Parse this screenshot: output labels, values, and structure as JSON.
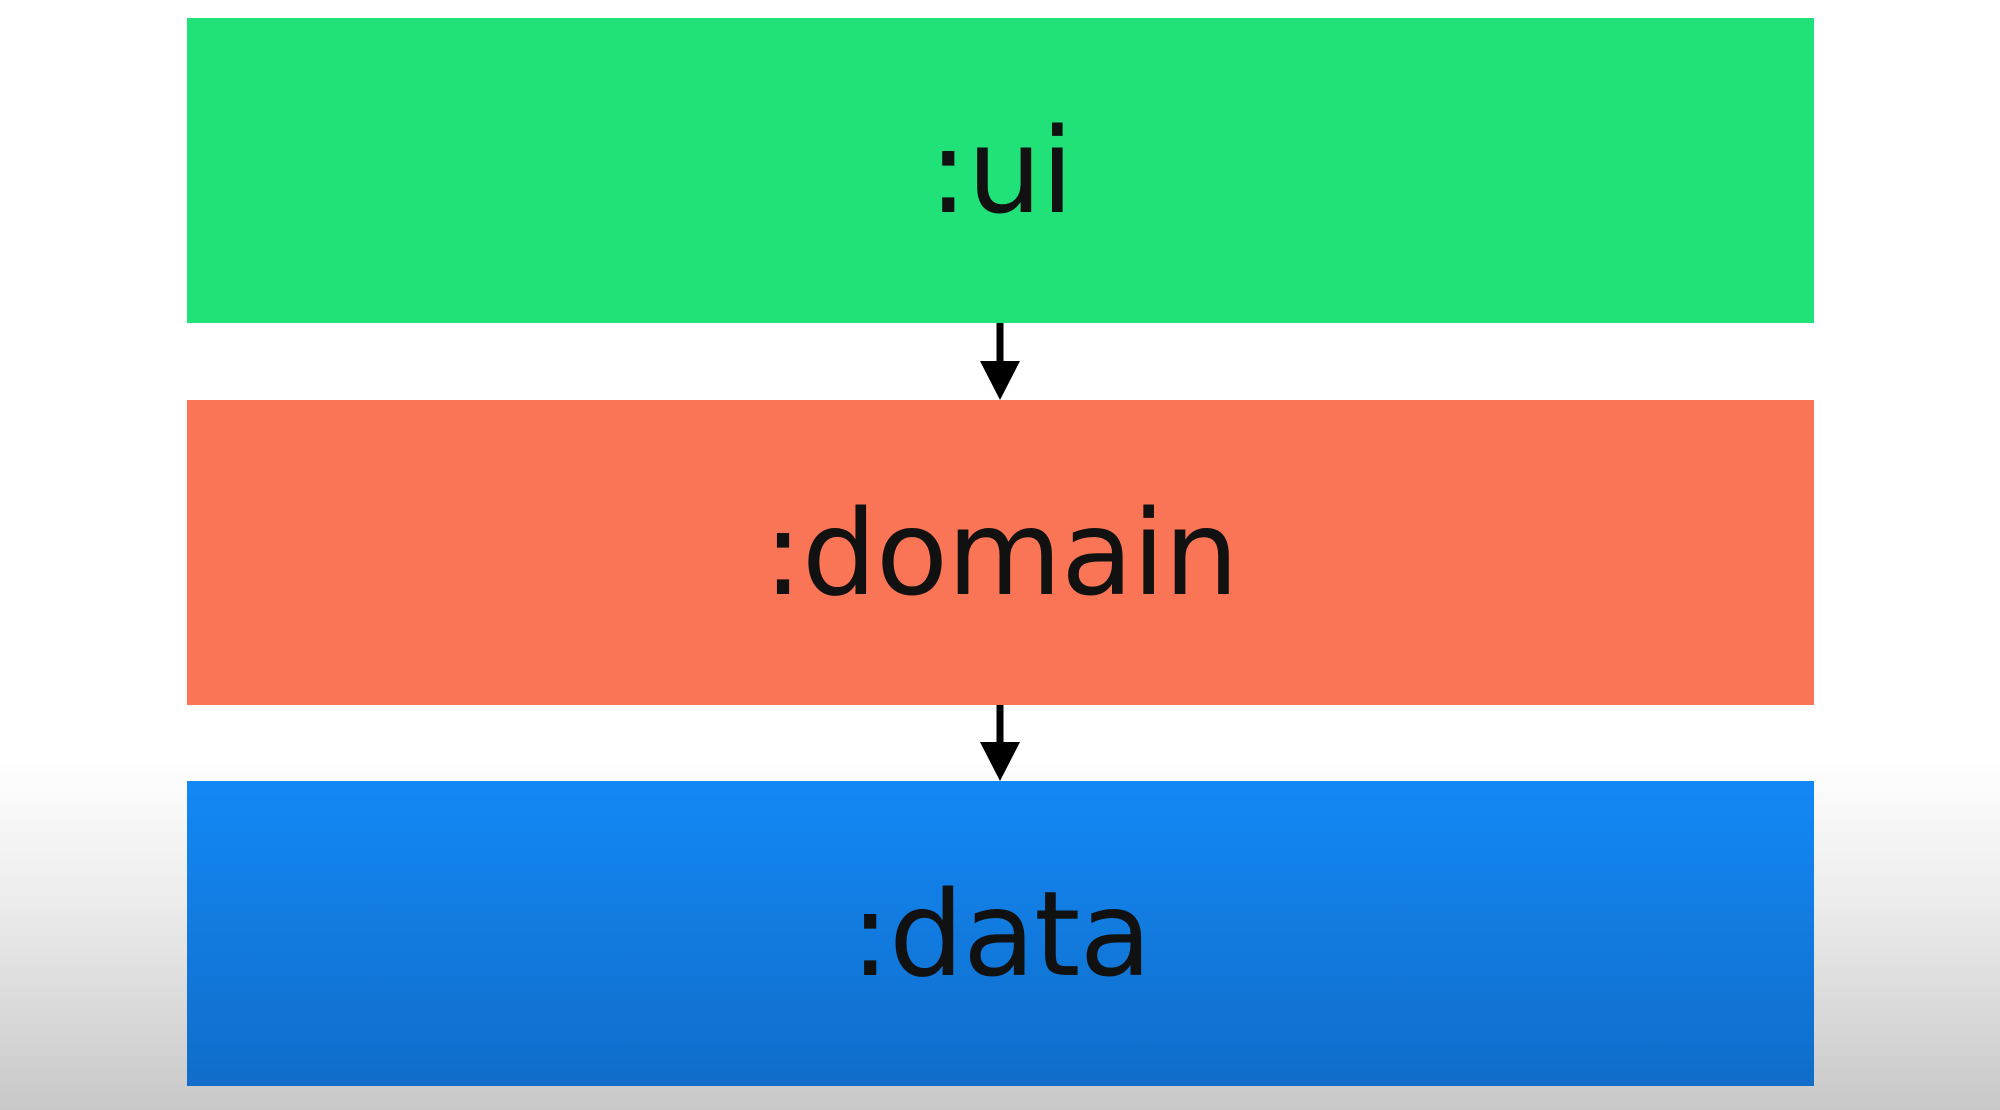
{
  "layers": [
    {
      "label": ":ui",
      "color": "#20e278"
    },
    {
      "label": ":domain",
      "color": "#fa7555"
    },
    {
      "label": ":data",
      "color_top": "#1388f5",
      "color_bottom": "#106dc9"
    }
  ],
  "arrows": [
    {
      "from": ":ui",
      "to": ":domain",
      "color": "#000000"
    },
    {
      "from": ":domain",
      "to": ":data",
      "color": "#000000"
    }
  ]
}
